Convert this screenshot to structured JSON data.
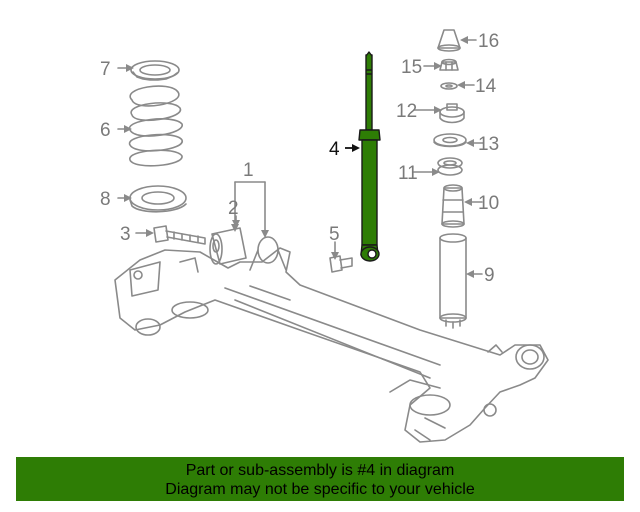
{
  "diagram": {
    "highlighted_part": "4",
    "highlight_color": "#2e7d05",
    "line_color": "#8a8a8a",
    "callouts": [
      "1",
      "2",
      "3",
      "4",
      "5",
      "6",
      "7",
      "8",
      "9",
      "10",
      "11",
      "12",
      "13",
      "14",
      "15",
      "16"
    ]
  },
  "banner": {
    "line1": "Part or sub-assembly is #4 in diagram",
    "line2": "Diagram may not be specific to your vehicle",
    "background": "#2e7d05"
  }
}
